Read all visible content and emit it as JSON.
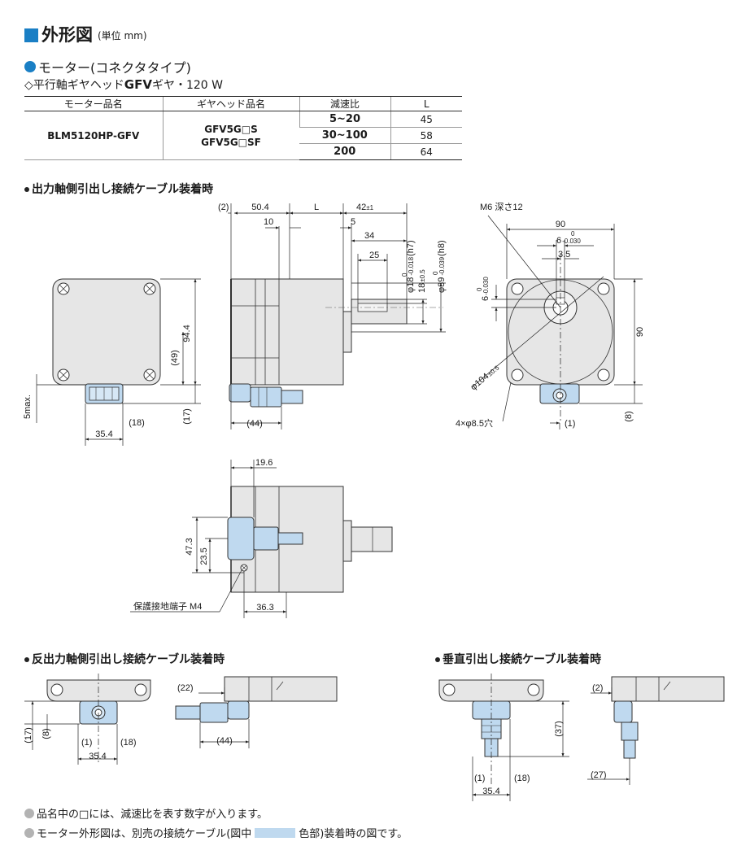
{
  "header": {
    "title": "外形図",
    "unit": "(単位 mm)",
    "subtitle": "モーター(コネクタタイプ)",
    "gear_prefix": "◇平行軸ギヤヘッド",
    "gear_bold": "GFV",
    "gear_suffix": "ギヤ・120 W"
  },
  "table": {
    "headers": [
      "モーター品名",
      "ギヤヘッド品名",
      "減速比",
      "L"
    ],
    "model": "BLM5120HP-GFV",
    "gear_line1": "GFV5G□S",
    "gear_line2": "GFV5G□SF",
    "rows": [
      {
        "ratio": "5~20",
        "L": "45"
      },
      {
        "ratio": "30~100",
        "L": "58"
      },
      {
        "ratio": "200",
        "L": "64"
      }
    ]
  },
  "sections": {
    "output_side": "出力軸側引出し接続ケーブル装着時",
    "reverse_side": "反出力軸側引出し接続ケーブル装着時",
    "vertical": "垂直引出し接続ケーブル装着時"
  },
  "dims": {
    "d_2": "(2)",
    "d_50_4": "50.4",
    "d_L": "L",
    "d_42": "42",
    "d_42_tol": "±1",
    "d_10": "10",
    "d_5": "5",
    "d_34": "34",
    "d_25": "25",
    "phi18": "φ18",
    "phi18_tol": "-0.018",
    "phi18_fit": "(h7)",
    "d18": "18",
    "d18_tol": "±0.5",
    "phi39": "φ39",
    "phi39_tol": "-0.039",
    "phi39_fit": "(h8)",
    "zero": "0",
    "m6": "M6 深さ12",
    "d_90": "90",
    "d_6": "6",
    "d_6_tol": "-0.030",
    "d_3_5": "3.5",
    "phi104": "φ104",
    "phi104_tol": "±0.5",
    "holes": "4×φ8.5穴",
    "d_94_4": "94.4",
    "d_49": "(49)",
    "d_5max": "5max.",
    "d_17": "(17)",
    "d_18p": "(18)",
    "d_35_4": "35.4",
    "d_44": "(44)",
    "d_1": "(1)",
    "d_8": "(8)",
    "d_19_6": "19.6",
    "d_47_3": "47.3",
    "d_23_5": "23.5",
    "d_36_3": "36.3",
    "ground": "保護接地端子 M4",
    "d_22": "(22)",
    "d_37": "(37)",
    "d_27": "(27)"
  },
  "notes": {
    "note1": "品名中の□には、減速比を表す数字が入ります。",
    "note2_a": "モーター外形図は、別売の接続ケーブル(図中",
    "note2_b": "色部)装着時の図です。"
  },
  "colors": {
    "accent": "#1a7fc5",
    "body_fill": "#e6e6e6",
    "cable_fill": "#bfd9ef",
    "note_dot": "#b3b3b3"
  }
}
